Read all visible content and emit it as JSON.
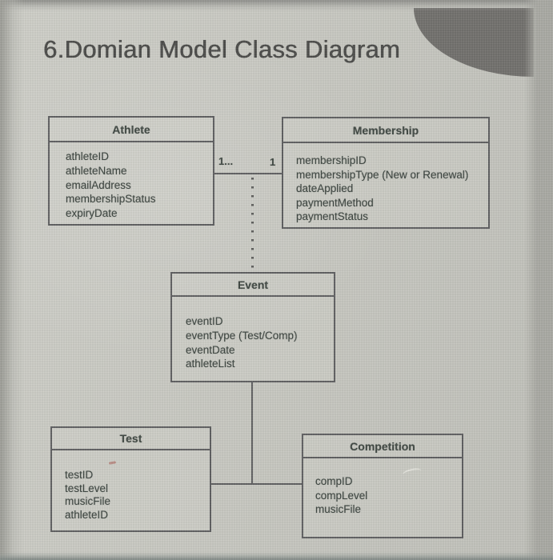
{
  "page": {
    "title": "6.Domian Model Class Diagram"
  },
  "diagram": {
    "type": "uml-class-diagram",
    "classes": [
      {
        "id": "athlete",
        "name": "Athlete",
        "attributes": [
          "athleteID",
          "athleteName",
          "emailAddress",
          "membershipStatus",
          "expiryDate"
        ]
      },
      {
        "id": "membership",
        "name": "Membership",
        "attributes": [
          "membershipID",
          "membershipType (New or Renewal)",
          "dateApplied",
          "paymentMethod",
          "paymentStatus"
        ]
      },
      {
        "id": "event",
        "name": "Event",
        "attributes": [
          "eventID",
          "eventType (Test/Comp)",
          "eventDate",
          "athleteList"
        ]
      },
      {
        "id": "test",
        "name": "Test",
        "attributes": [
          "testID",
          "testLevel",
          "musicFile",
          "athleteID"
        ]
      },
      {
        "id": "competition",
        "name": "Competition",
        "attributes": [
          "compID",
          "compLevel",
          "musicFile"
        ]
      }
    ],
    "relationships": [
      {
        "from": "Athlete",
        "to": "Membership",
        "style": "solid",
        "athlete_multiplicity": "1...",
        "membership_multiplicity": "1"
      },
      {
        "from": "Athlete-Membership association",
        "to": "Event",
        "style": "dotted"
      },
      {
        "from": "Event",
        "to": "Test",
        "style": "solid"
      },
      {
        "from": "Event",
        "to": "Competition",
        "style": "solid"
      }
    ]
  },
  "colors": {
    "page_background": "#cbcbc4",
    "box_border": "#5d5d5f",
    "text": "#3c443f",
    "title_text": "#4a4a48",
    "corner_shape": "#716f6c"
  }
}
